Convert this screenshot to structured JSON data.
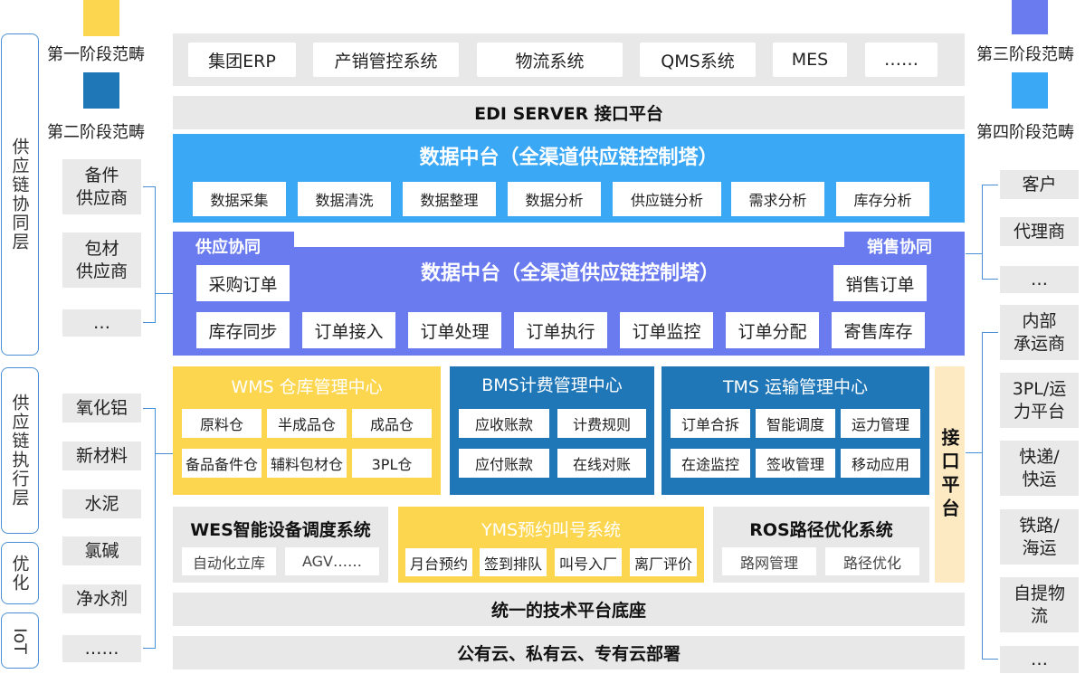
{
  "left_layers": {
    "coop": "供应链协同层",
    "exec": "供应链执行层",
    "opt": "优化",
    "iot": "IoT"
  },
  "legend": {
    "stage1": {
      "label": "第一阶段范畴",
      "color": "#fdd64f"
    },
    "stage2": {
      "label": "第二阶段范畴",
      "color": "#1f77b8"
    },
    "stage3": {
      "label": "第三阶段范畴",
      "color": "#6a7bf0"
    },
    "stage4": {
      "label": "第四阶段范畴",
      "color": "#3aa8f5"
    }
  },
  "left_suppliers": [
    "备件\n供应商",
    "包材\n供应商",
    "…"
  ],
  "left_materials": [
    "氧化铝",
    "新材料",
    "水泥",
    "氯碱",
    "净水剂",
    "……"
  ],
  "right_customers": [
    "客户",
    "代理商",
    "…"
  ],
  "right_carriers": [
    "内部\n承运商",
    "3PL/运\n力平台",
    "快递/\n快运",
    "铁路/\n海运",
    "自提物\n流",
    "…"
  ],
  "erp_row": [
    "集团ERP",
    "产销管控系统",
    "物流系统",
    "QMS系统",
    "MES",
    "……"
  ],
  "edi": "EDI SERVER 接口平台",
  "dm1": {
    "title": "数据中台（全渠道供应链控制塔）",
    "items": [
      "数据采集",
      "数据清洗",
      "数据整理",
      "数据分析",
      "供应链分析",
      "需求分析",
      "库存分析"
    ]
  },
  "dm2": {
    "title": "数据中台（全渠道供应链控制塔）",
    "tag_left": "供应协同",
    "tag_right": "销售协同",
    "purchase": "采购订单",
    "sales": "销售订单",
    "items": [
      "库存同步",
      "订单接入",
      "订单处理",
      "订单执行",
      "订单监控",
      "订单分配",
      "寄售库存"
    ]
  },
  "wms": {
    "title": "WMS 仓库管理中心",
    "items": [
      "原料仓",
      "半成品仓",
      "成品仓",
      "备品备件仓",
      "辅料包材仓",
      "3PL仓"
    ]
  },
  "bms": {
    "title": "BMS计费管理中心",
    "items": [
      "应收账款",
      "计费规则",
      "应付账款",
      "在线对账"
    ]
  },
  "tms": {
    "title": "TMS 运输管理中心",
    "items": [
      "订单合拆",
      "智能调度",
      "运力管理",
      "在途监控",
      "签收管理",
      "移动应用"
    ]
  },
  "interface": "接口平台",
  "wes": {
    "title": "WES智能设备调度系统",
    "items": [
      "自动化立库",
      "AGV……"
    ]
  },
  "yms": {
    "title": "YMS预约叫号系统",
    "items": [
      "月台预约",
      "签到排队",
      "叫号入厂",
      "离厂评价"
    ]
  },
  "ros": {
    "title": "ROS路径优化系统",
    "items": [
      "路网管理",
      "路径优化"
    ]
  },
  "base": "统一的技术平台底座",
  "cloud": "公有云、私有云、专有云部署"
}
